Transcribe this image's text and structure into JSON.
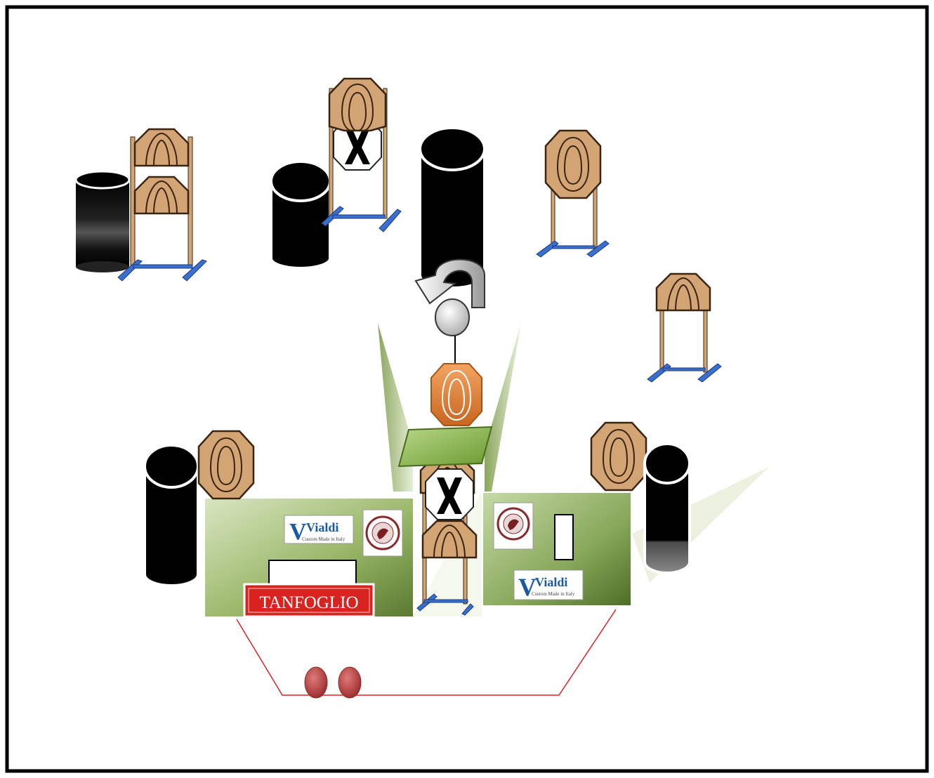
{
  "stage": {
    "sponsors": {
      "left_wall_top": {
        "brand": "Vialdi",
        "tagline": "Custom Made in Italy"
      },
      "left_wall_bottom": {
        "brand": "TANFOGLIO"
      },
      "right_wall": {
        "brand": "Vialdi",
        "tagline": "Custom Made in Italy"
      }
    },
    "colors": {
      "target_tan": "#d4a574",
      "target_outline": "#5a3a1a",
      "barrel": "#000000",
      "stand_blue": "#3a6fd0",
      "wall_green": "#8fae5a",
      "fault_line": "#e02020",
      "start_marker": "#b83a3a",
      "activator_orange": "#e88a3a",
      "tanfoglio_red": "#d8231f",
      "frame": "#000000"
    },
    "icons": [
      "octagon-paper-target-icon",
      "no-shoot-target-icon",
      "barrel-icon",
      "target-stand-icon",
      "swinger-target-icon",
      "activator-plate-icon",
      "rotation-arrow-icon",
      "start-position-icon"
    ]
  }
}
